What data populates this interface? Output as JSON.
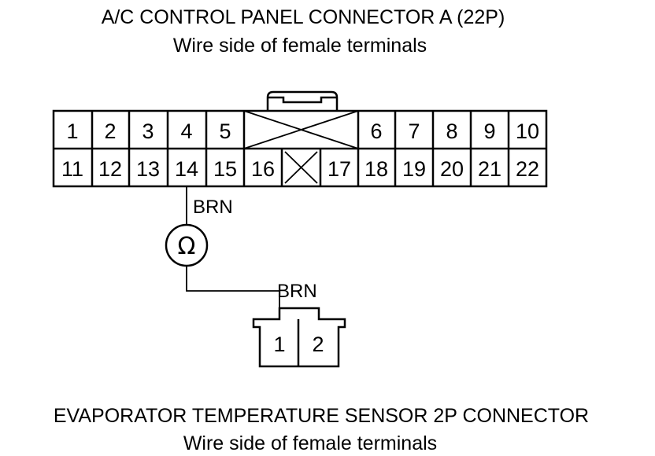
{
  "connector_a": {
    "title": "A/C CONTROL PANEL CONNECTOR A (22P)",
    "subtitle": "Wire side of female terminals",
    "top_row": [
      "1",
      "2",
      "3",
      "4",
      "5",
      "",
      "",
      "",
      "6",
      "7",
      "8",
      "9",
      "10"
    ],
    "bottom_row": [
      "11",
      "12",
      "13",
      "14",
      "15",
      "16",
      "",
      "17",
      "18",
      "19",
      "20",
      "21",
      "22"
    ],
    "wire_color": "BRN"
  },
  "meter": {
    "symbol": "Ω",
    "name": "ohmmeter"
  },
  "connector_b": {
    "title": "EVAPORATOR TEMPERATURE SENSOR 2P CONNECTOR",
    "subtitle": "Wire side of female terminals",
    "pins": [
      "1",
      "2"
    ],
    "wire_color": "BRN"
  }
}
